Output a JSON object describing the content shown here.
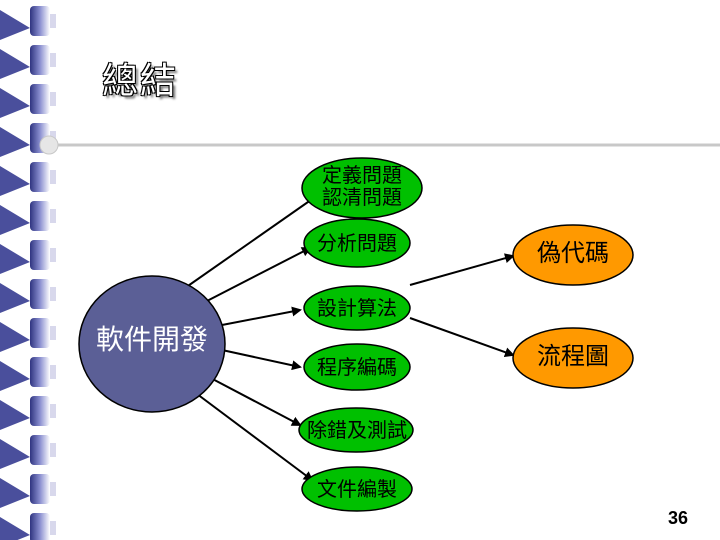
{
  "slide": {
    "title": "總結",
    "page_number": "36"
  },
  "diagram": {
    "center": "軟件開發",
    "steps": [
      {
        "line1": "定義問題",
        "line2": "認清問題"
      },
      {
        "line1": "分析問題"
      },
      {
        "line1": "設計算法"
      },
      {
        "line1": "程序編碼"
      },
      {
        "line1": "除錯及測試"
      },
      {
        "line1": "文件編製"
      }
    ],
    "tools": [
      "偽代碼",
      "流程圖"
    ]
  },
  "colors": {
    "center_fill": "#5b5f96",
    "step_fill": "#00c000",
    "tool_fill": "#ff9900",
    "binder_blue": "#4a4f9c",
    "divider": "#c8c8c8"
  }
}
